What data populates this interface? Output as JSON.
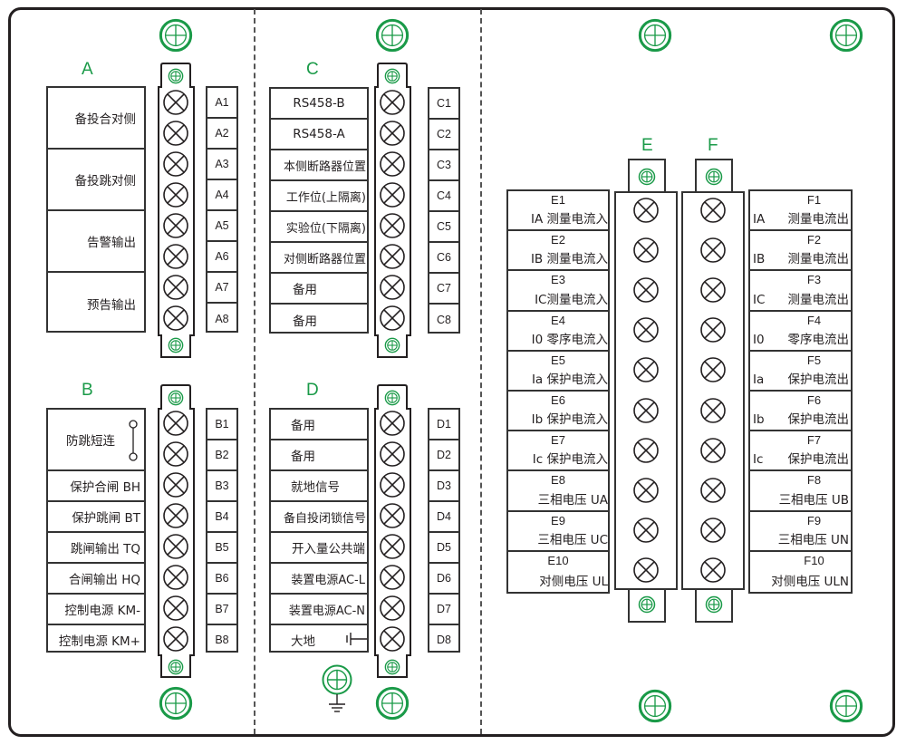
{
  "title": "Terminal wiring diagram",
  "colors": {
    "accent_green": "#1a9a48",
    "line": "#231f20"
  },
  "blocks": {
    "A": {
      "letter": "A",
      "groups": [
        {
          "label": "备投合对侧",
          "span": 2
        },
        {
          "label": "备投跳对侧",
          "span": 2
        },
        {
          "label": "告警输出",
          "span": 2
        },
        {
          "label": "预告输出",
          "span": 2
        }
      ],
      "terminals": [
        "A1",
        "A2",
        "A3",
        "A4",
        "A5",
        "A6",
        "A7",
        "A8"
      ]
    },
    "B": {
      "letter": "B",
      "groups": [
        {
          "label": "防跳短连",
          "span": 2,
          "symbol": "jumper-icon"
        },
        {
          "label": "保护合闸 BH",
          "span": 1
        },
        {
          "label": "保护跳闸 BT",
          "span": 1
        },
        {
          "label": "跳闸输出 TQ",
          "span": 1
        },
        {
          "label": "合闸输出 HQ",
          "span": 1
        },
        {
          "label": "控制电源 KM-",
          "span": 1
        },
        {
          "label": "控制电源 KM+",
          "span": 1
        }
      ],
      "terminals": [
        "B1",
        "B2",
        "B3",
        "B4",
        "B5",
        "B6",
        "B7",
        "B8"
      ]
    },
    "C": {
      "letter": "C",
      "groups": [
        {
          "label": "RS458-B",
          "span": 1
        },
        {
          "label": "RS458-A",
          "span": 1
        },
        {
          "label": "本侧断路器位置",
          "span": 1
        },
        {
          "label": "工作位(上隔离)",
          "span": 1
        },
        {
          "label": "实验位(下隔离)",
          "span": 1
        },
        {
          "label": "对侧断路器位置",
          "span": 1
        },
        {
          "label": "备用",
          "span": 1
        },
        {
          "label": "备用",
          "span": 1
        }
      ],
      "terminals": [
        "C1",
        "C2",
        "C3",
        "C4",
        "C5",
        "C6",
        "C7",
        "C8"
      ]
    },
    "D": {
      "letter": "D",
      "groups": [
        {
          "label": "备用",
          "span": 1
        },
        {
          "label": "备用",
          "span": 1
        },
        {
          "label": "就地信号",
          "span": 1
        },
        {
          "label": "备自投闭锁信号",
          "span": 1
        },
        {
          "label": "开入量公共端",
          "span": 1
        },
        {
          "label": "装置电源AC-L",
          "span": 1
        },
        {
          "label": "装置电源AC-N",
          "span": 1
        },
        {
          "label": "大地",
          "span": 1,
          "symbol": "earth-icon"
        }
      ],
      "terminals": [
        "D1",
        "D2",
        "D3",
        "D4",
        "D5",
        "D6",
        "D7",
        "D8"
      ]
    },
    "E": {
      "letter": "E",
      "terminals": [
        {
          "id": "E1",
          "desc": "IA 测量电流入"
        },
        {
          "id": "E2",
          "desc": "IB 测量电流入"
        },
        {
          "id": "E3",
          "desc": "IC测量电流入"
        },
        {
          "id": "E4",
          "desc": "I0 零序电流入"
        },
        {
          "id": "E5",
          "desc": "Ia 保护电流入"
        },
        {
          "id": "E6",
          "desc": "Ib 保护电流入"
        },
        {
          "id": "E7",
          "desc": "Ic 保护电流入"
        },
        {
          "id": "E8",
          "desc": "三相电压 UA"
        },
        {
          "id": "E9",
          "desc": "三相电压 UC"
        },
        {
          "id": "E10",
          "desc": "对侧电压 UL"
        }
      ]
    },
    "F": {
      "letter": "F",
      "terminals": [
        {
          "id": "F1",
          "prefix": "IA",
          "desc": "测量电流出"
        },
        {
          "id": "F2",
          "prefix": "IB",
          "desc": "测量电流出"
        },
        {
          "id": "F3",
          "prefix": "IC",
          "desc": "测量电流出"
        },
        {
          "id": "F4",
          "prefix": "I0",
          "desc": "零序电流出"
        },
        {
          "id": "F5",
          "prefix": "Ia",
          "desc": "保护电流出"
        },
        {
          "id": "F6",
          "prefix": "Ib",
          "desc": "保护电流出"
        },
        {
          "id": "F7",
          "prefix": "Ic",
          "desc": "保护电流出"
        },
        {
          "id": "F8",
          "prefix": "",
          "desc": "三相电压 UB"
        },
        {
          "id": "F9",
          "prefix": "",
          "desc": "三相电压 UN"
        },
        {
          "id": "F10",
          "prefix": "",
          "desc": "对侧电压 ULN"
        }
      ]
    }
  }
}
